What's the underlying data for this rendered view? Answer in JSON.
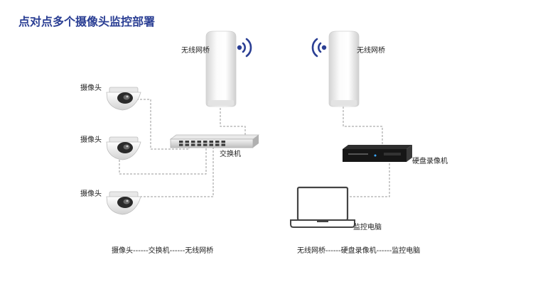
{
  "title": "点对点多个摄像头监控部署",
  "labels": {
    "bridge_left": "无线网桥",
    "bridge_right": "无线网桥",
    "camera_1": "摄像头",
    "camera_2": "摄像头",
    "camera_3": "摄像头",
    "switch": "交换机",
    "nvr": "硬盘录像机",
    "pc": "监控电脑"
  },
  "captions": {
    "left": "摄像头------交换机------无线网桥",
    "right": "无线网桥------硬盘录像机------监控电脑"
  },
  "colors": {
    "title": "#2b3f94",
    "signal": "#2b3f94",
    "link": "#9a9a9a"
  },
  "icons": {
    "bridge": "wireless-bridge-icon",
    "camera": "dome-camera-icon",
    "switch": "network-switch-icon",
    "nvr": "nvr-icon",
    "pc": "laptop-icon",
    "signal": "wifi-signal-icon"
  }
}
